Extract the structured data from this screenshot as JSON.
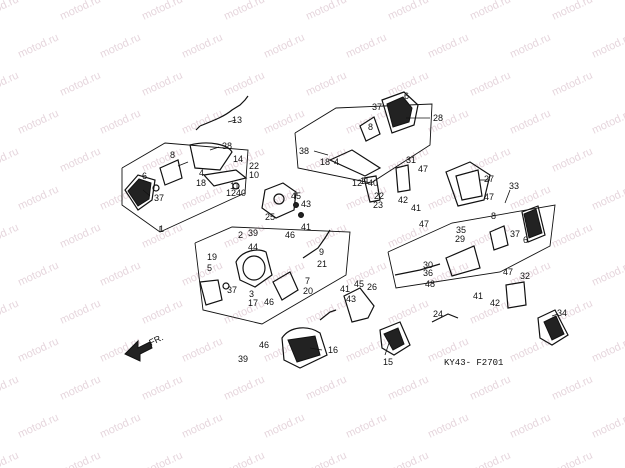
{
  "watermark": "motod.ru",
  "direction_label": "FR.",
  "drawing_code": "KY43- F2701",
  "callouts": [
    "1",
    "2",
    "3",
    "4",
    "5",
    "6",
    "7",
    "8",
    "9",
    "10",
    "11",
    "12",
    "13",
    "14",
    "15",
    "16",
    "17",
    "18",
    "19",
    "20",
    "21",
    "22",
    "23",
    "24",
    "25",
    "26",
    "27",
    "28",
    "29",
    "30",
    "31",
    "32",
    "33",
    "34",
    "35",
    "36",
    "37",
    "38",
    "39",
    "40",
    "41",
    "42",
    "43",
    "44",
    "45",
    "46",
    "47",
    "48"
  ]
}
